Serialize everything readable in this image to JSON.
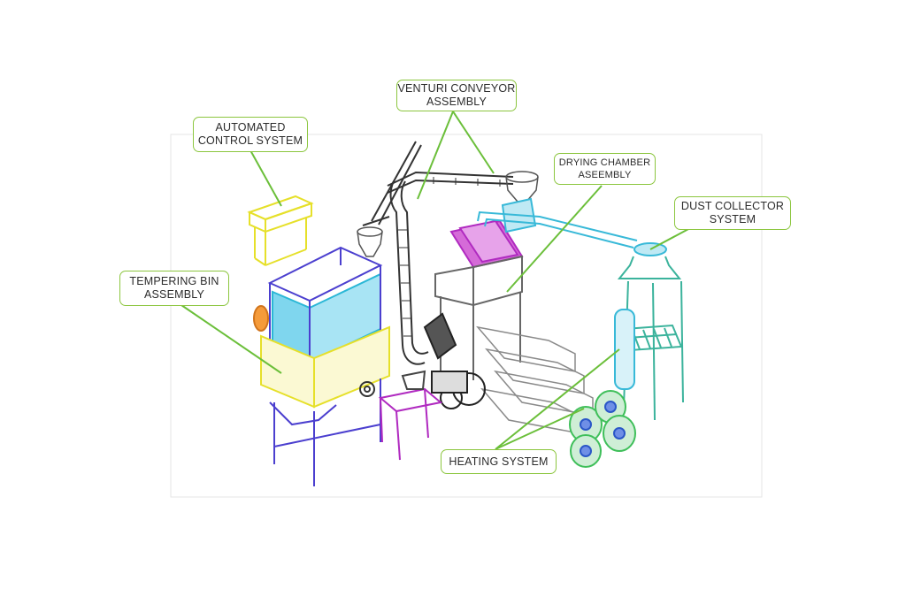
{
  "labels": {
    "venturi": {
      "line1": "VENTURI CONVEYOR",
      "line2": "ASSEMBLY"
    },
    "control": {
      "line1": "AUTOMATED",
      "line2": "CONTROL SYSTEM"
    },
    "drying": {
      "line1": "DRYING CHAMBER",
      "line2": "ASEEMBLY"
    },
    "dust": {
      "line1": "DUST COLLECTOR",
      "line2": "SYSTEM"
    },
    "tempering": {
      "line1": "TEMPERING BIN",
      "line2": "ASSEMBLY"
    },
    "heating": {
      "line1": "HEATING SYSTEM"
    }
  },
  "colors": {
    "callout_border": "#8cc63f",
    "leader": "#6bbf3a",
    "tempering_frame": "#4b3fcf",
    "bin_yellow": "#e6e02a",
    "bin_cyan": "#2ab7d6",
    "chamber_magenta": "#b02ac0",
    "duct_cyan": "#38b9d8",
    "dust_teal": "#3bb39c",
    "blower_green": "#3fbf5a",
    "blower_blue": "#2b57c8",
    "conveyor_dark": "#333333"
  }
}
